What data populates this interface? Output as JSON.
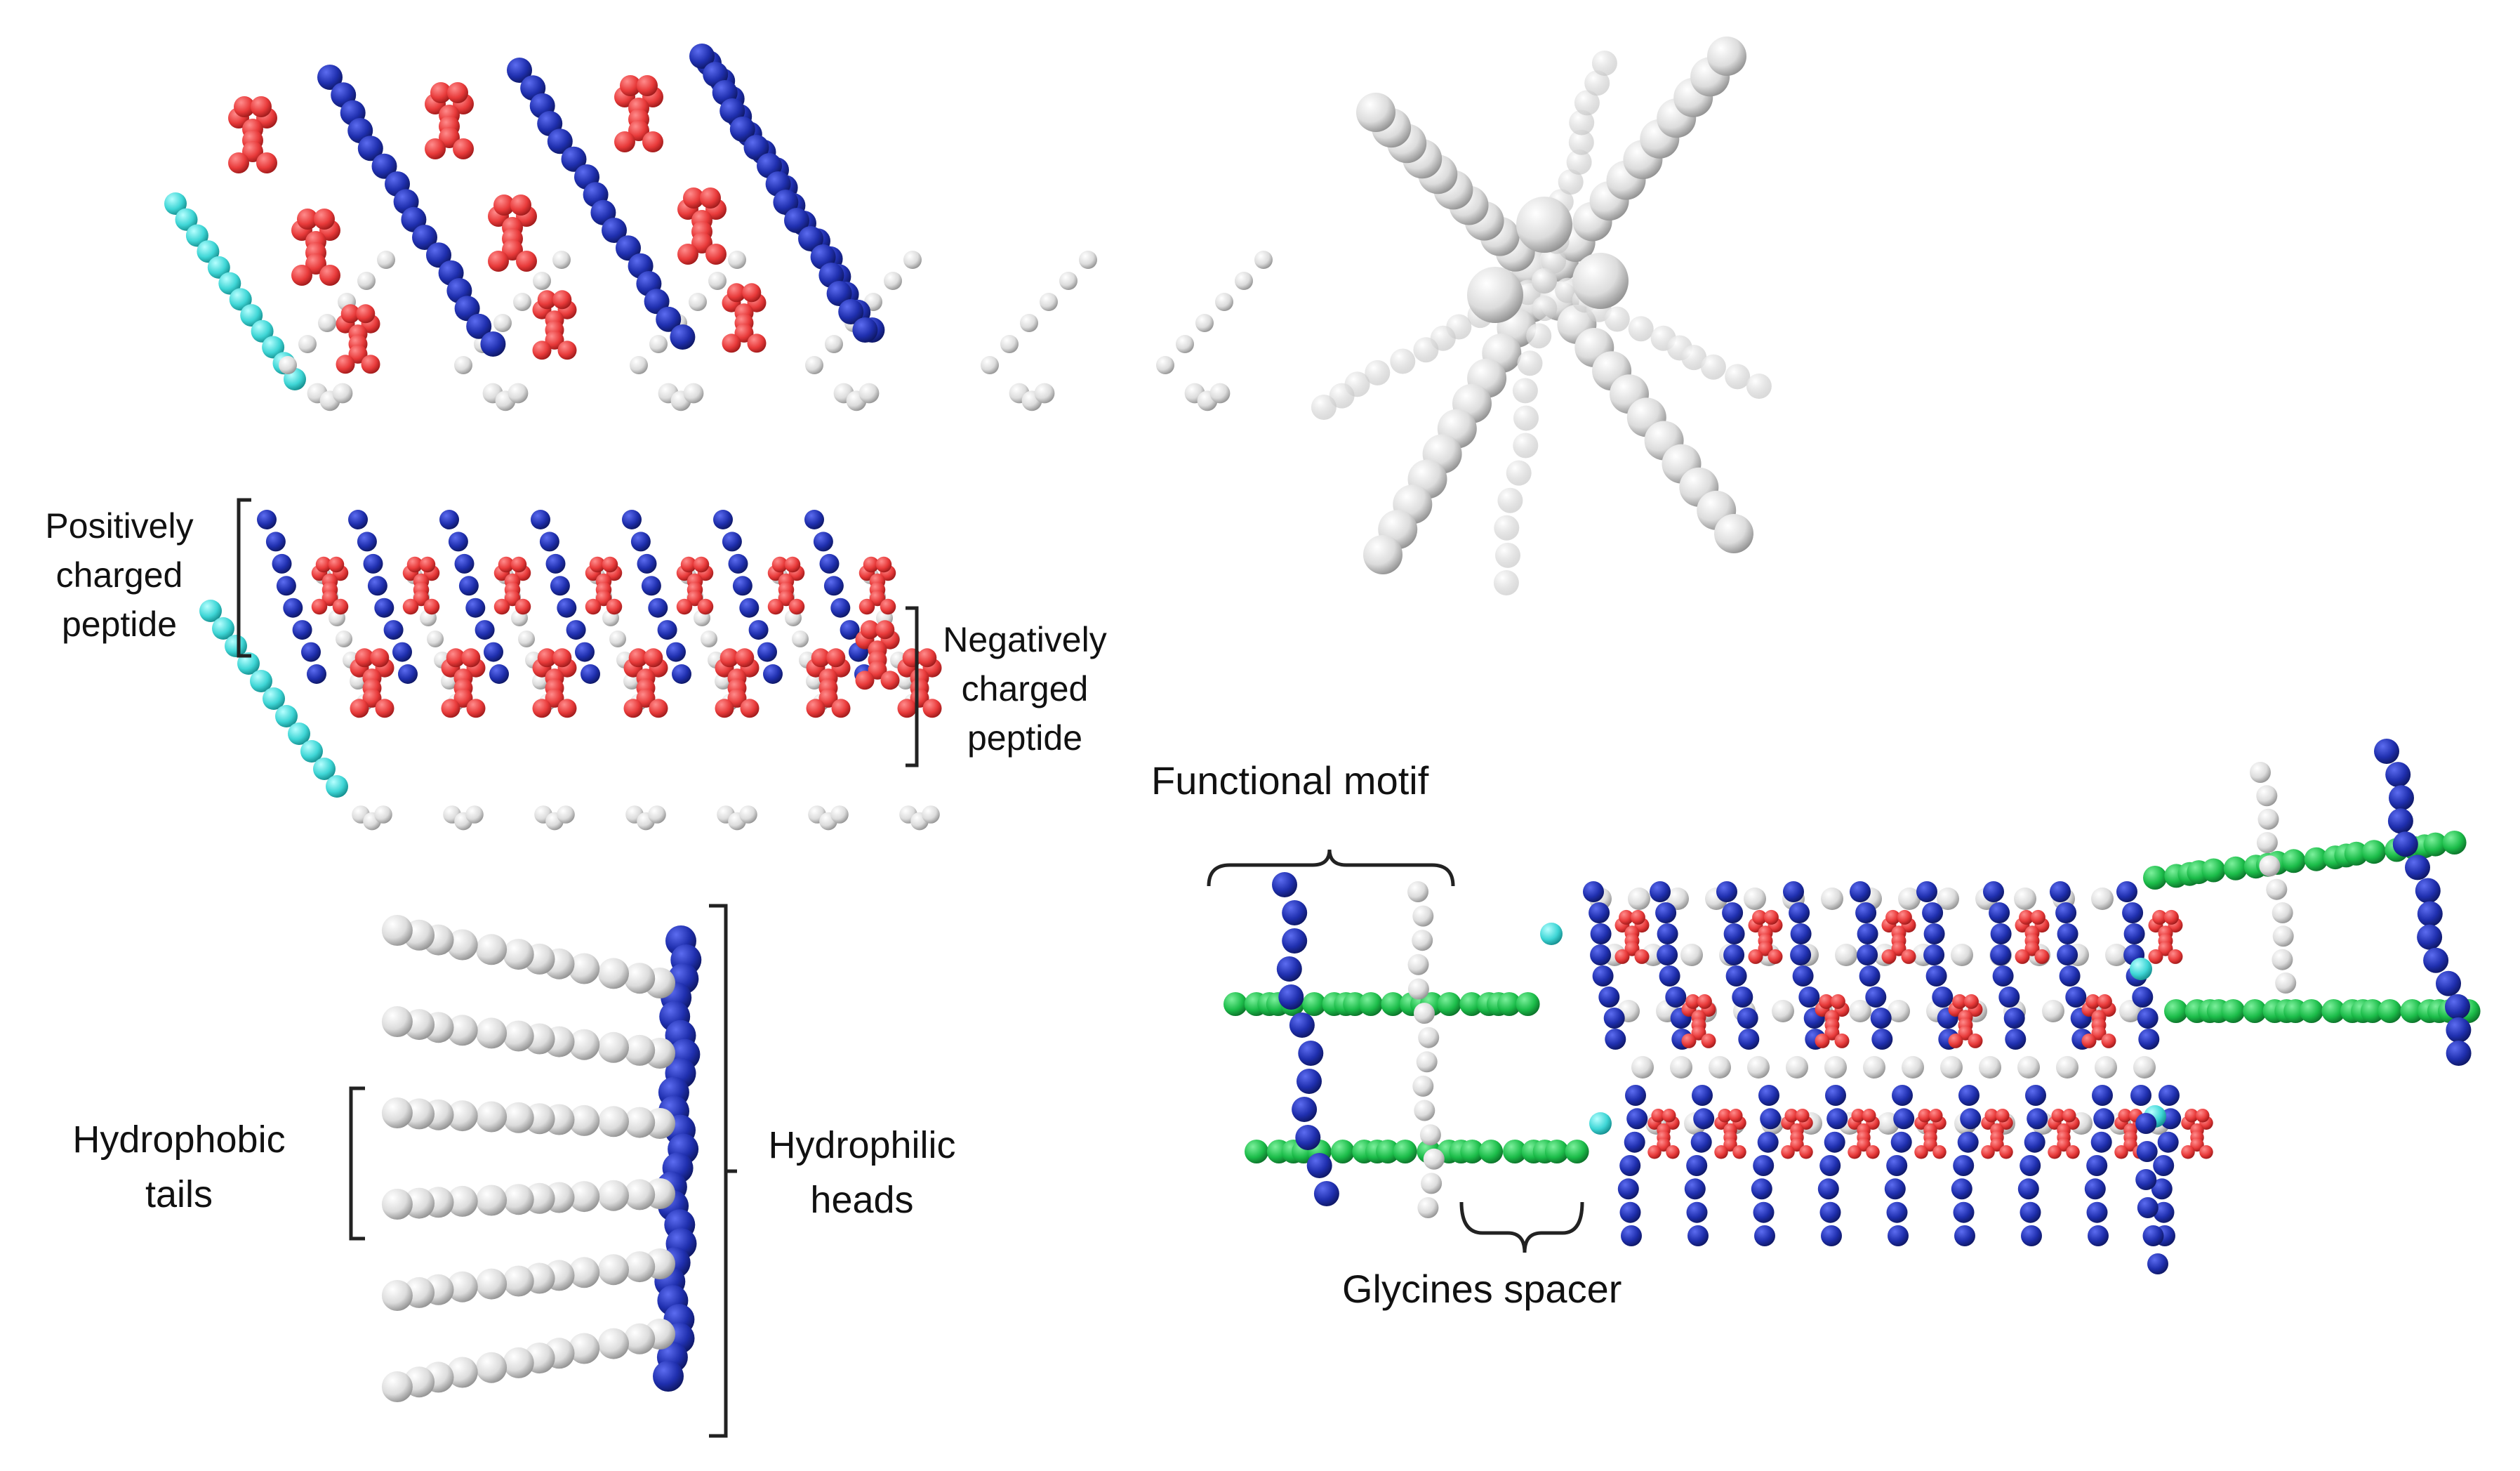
{
  "colors": {
    "white_bead": "#e6e6e6",
    "white_bead_edge": "#9a9a9a",
    "blue_bead": "#1f2fae",
    "red_bead": "#e83a3a",
    "cyan_bead": "#3fd6d6",
    "green_bead": "#1cbd4a",
    "bracket": "#222222"
  },
  "labels": {
    "positively": [
      "Positively",
      "charged",
      "peptide"
    ],
    "negatively": [
      "Negatively",
      "charged",
      "peptide"
    ],
    "hydrophobic": [
      "Hydrophobic",
      "tails"
    ],
    "hydrophilic": [
      "Hydrophilic",
      "heads"
    ],
    "functional_motif": "Functional motif",
    "glycines_spacer": "Glycines spacer"
  }
}
